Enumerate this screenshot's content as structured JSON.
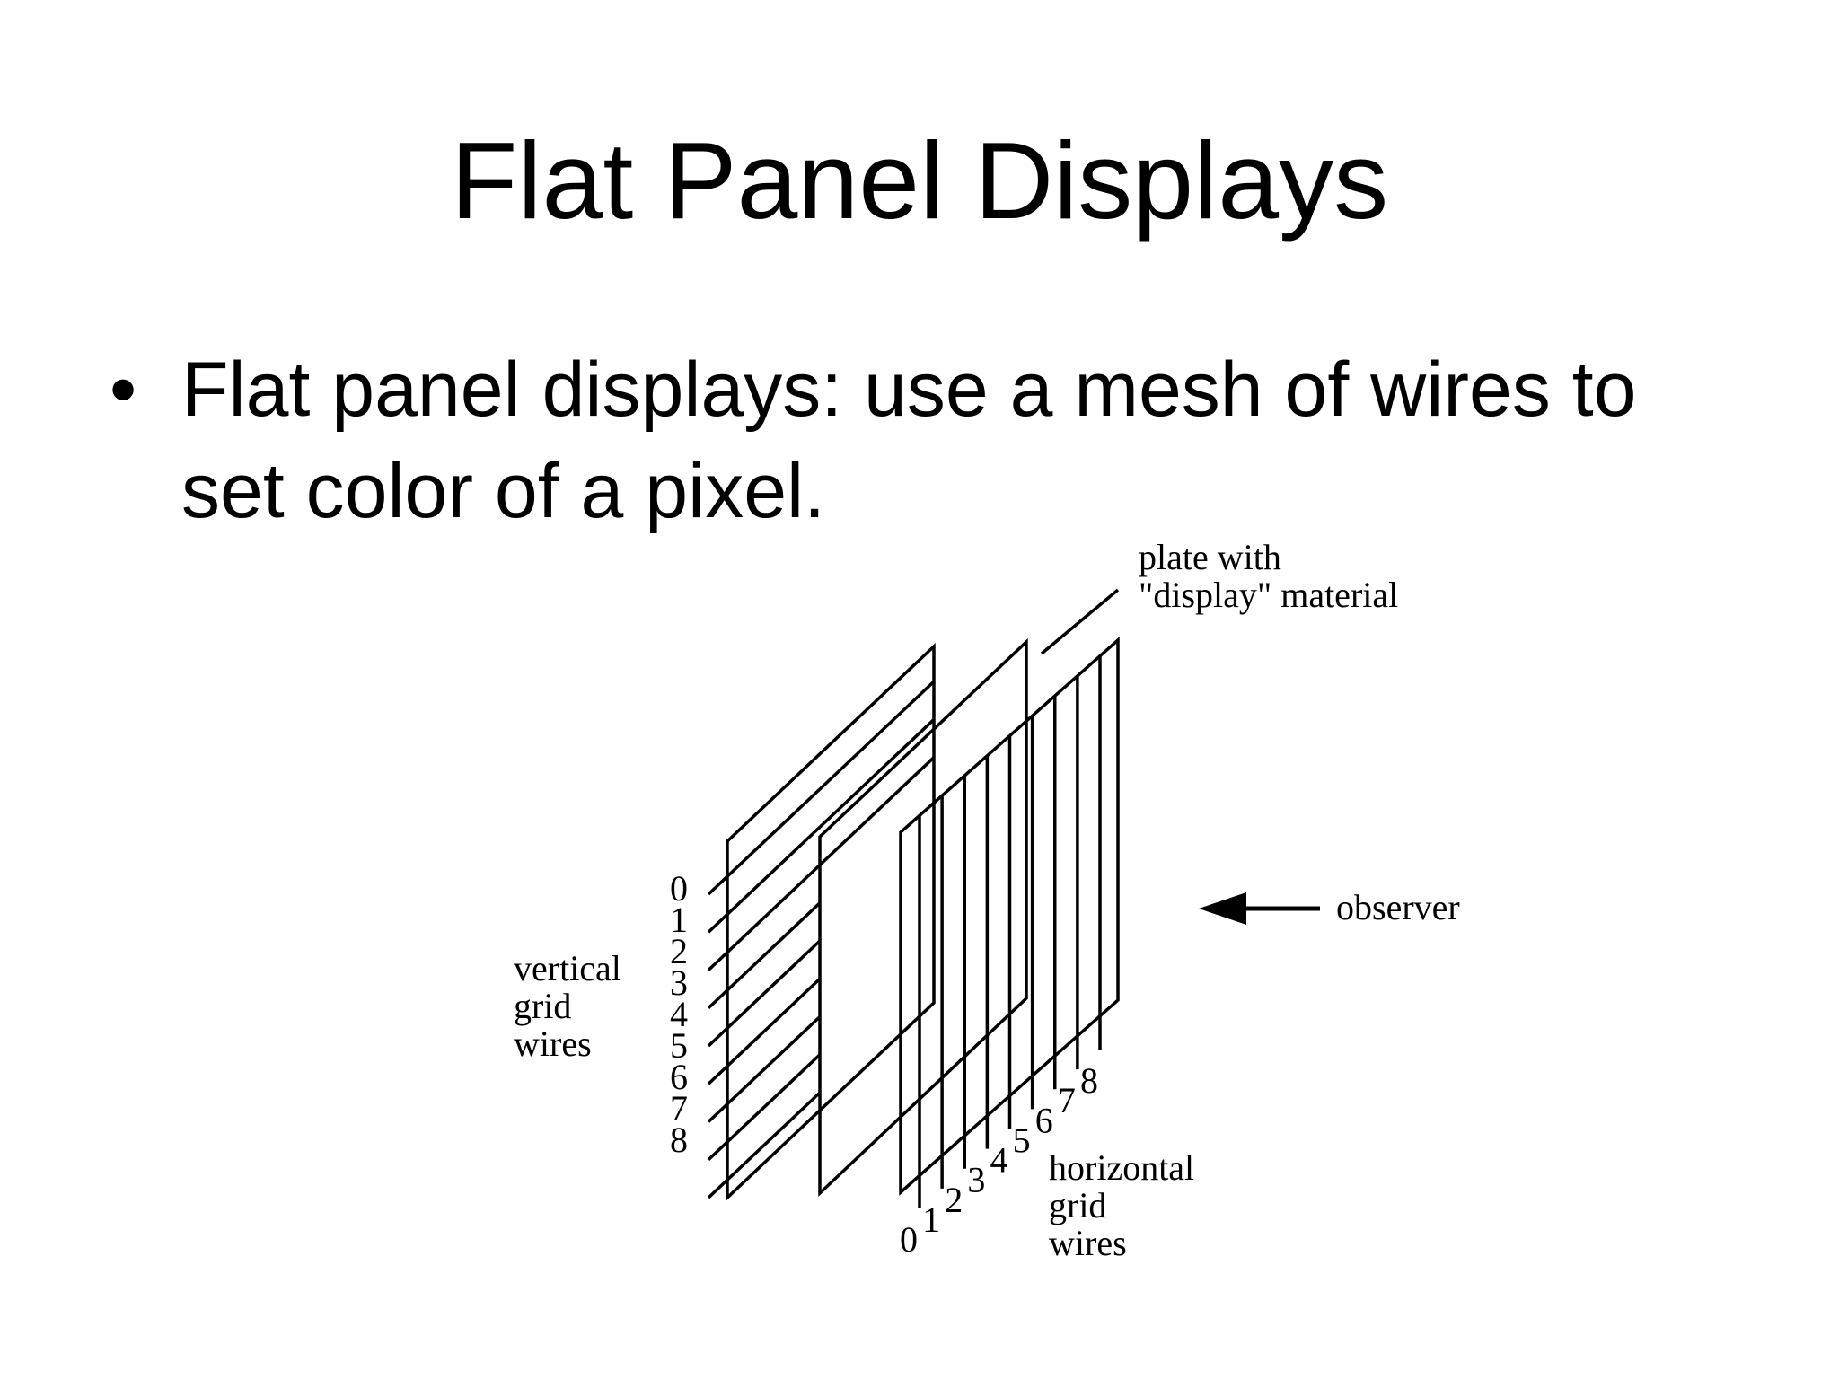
{
  "slide": {
    "title": "Flat Panel Displays",
    "bullets": [
      {
        "symbol": "•",
        "lines": [
          "Flat panel displays: use a mesh of wires to",
          "set color of a pixel."
        ]
      }
    ]
  },
  "diagram": {
    "plate_label": [
      "plate with",
      "\"display\" material"
    ],
    "observer_label": "observer",
    "vertical_label": [
      "vertical",
      "grid",
      "wires"
    ],
    "horizontal_label": [
      "horizontal",
      "grid",
      "wires"
    ],
    "vertical_wire_numbers": [
      "0",
      "1",
      "2",
      "3",
      "4",
      "5",
      "6",
      "7",
      "8"
    ],
    "horizontal_wire_numbers": [
      "0",
      "1",
      "2",
      "3",
      "4",
      "5",
      "6",
      "7",
      "8"
    ],
    "line_color": "#000000"
  }
}
